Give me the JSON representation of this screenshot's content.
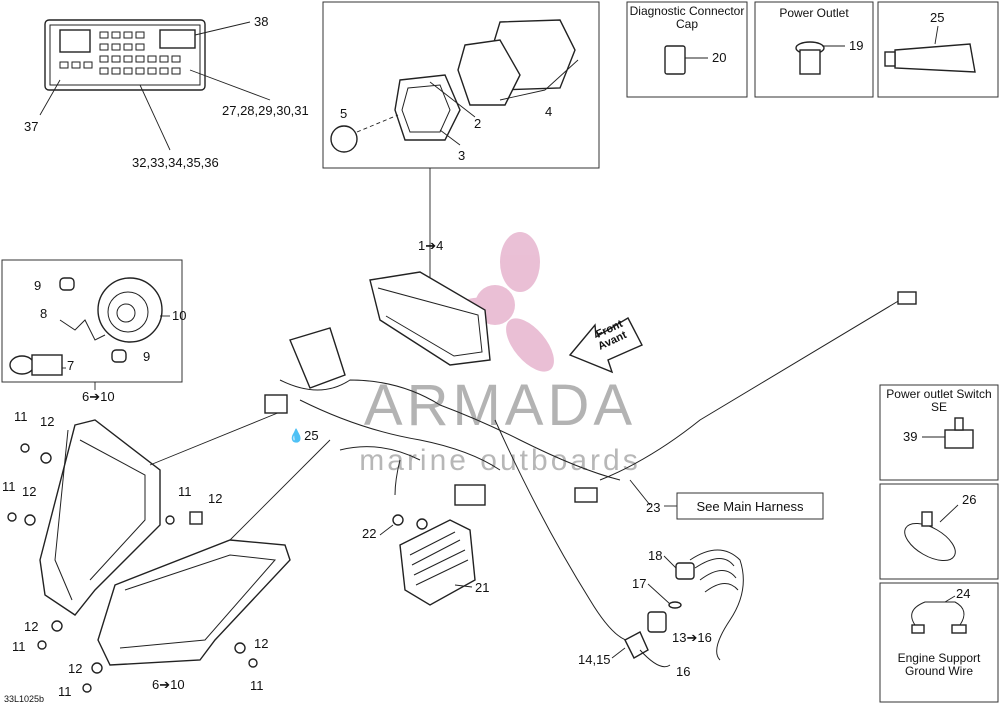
{
  "watermark": {
    "brand": "ARMADA",
    "sub": "marine outboards"
  },
  "labels": {
    "p1_4": "1➔4",
    "p2": "2",
    "p3": "3",
    "p4": "4",
    "p5": "5",
    "p6_10": "6➔10",
    "p7": "7",
    "p8": "8",
    "p9": "9",
    "p10": "10",
    "p11": "11",
    "p12": "12",
    "p13_16": "13➔16",
    "p14_15": "14,15",
    "p16": "16",
    "p17": "17",
    "p18": "18",
    "p19": "19",
    "p20": "20",
    "p21": "21",
    "p22": "22",
    "p23": "23",
    "p24": "24",
    "p25": "25",
    "p25_drop": "💧25",
    "p26": "26",
    "p27_31": "27,28,29,30,31",
    "p32_36": "32,33,34,35,36",
    "p37": "37",
    "p38": "38",
    "p39": "39"
  },
  "boxes": {
    "diagnostic_line1": "Diagnostic Connector",
    "diagnostic_line2": "Cap",
    "power_outlet": "Power Outlet",
    "switch_line1": "Power outlet Switch",
    "switch_line2": "SE",
    "ground_line1": "Engine Support",
    "ground_line2": "Ground Wire"
  },
  "arrow": {
    "front": "Front",
    "avant": "Avant"
  },
  "harness_ref": "See Main Harness",
  "drawing_code": "33L1025b"
}
